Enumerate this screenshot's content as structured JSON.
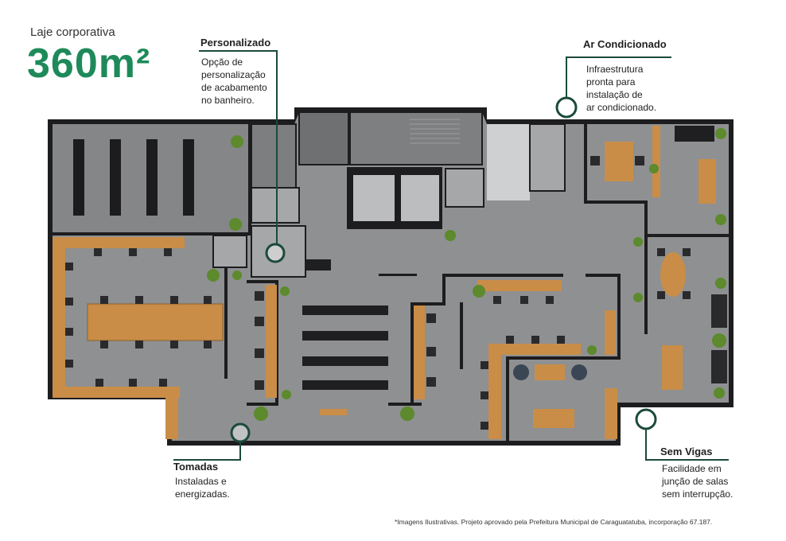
{
  "header": {
    "subtitle": "Laje corporativa",
    "area": "360m²"
  },
  "callouts": {
    "personalizado": {
      "title": "Personalizado",
      "text": "Opção de\npersonalização\nde acabamento\nno banheiro."
    },
    "ar_condicionado": {
      "title": "Ar Condicionado",
      "text": "Infraestrutura\npronta para\ninstalação de\nar condicionado."
    },
    "tomadas": {
      "title": "Tomadas",
      "text": "Instaladas e\nenergizadas."
    },
    "sem_vigas": {
      "title": "Sem Vigas",
      "text": "Facilidade em\njunção de salas\nsem interrupção."
    }
  },
  "footnote": "*Imagens Ilustrativas. Projeto aprovado pela Prefeitura Municipal de Caraguatatuba, incorporação 67.187.",
  "colors": {
    "accent": "#1e8a5a",
    "callout_line": "#1b4a3c",
    "floor": "#8f9091",
    "wall": "#1d1d1f",
    "wood": "#c98d48",
    "chair": "#2a2a2c",
    "plant": "#5c8a2c"
  }
}
